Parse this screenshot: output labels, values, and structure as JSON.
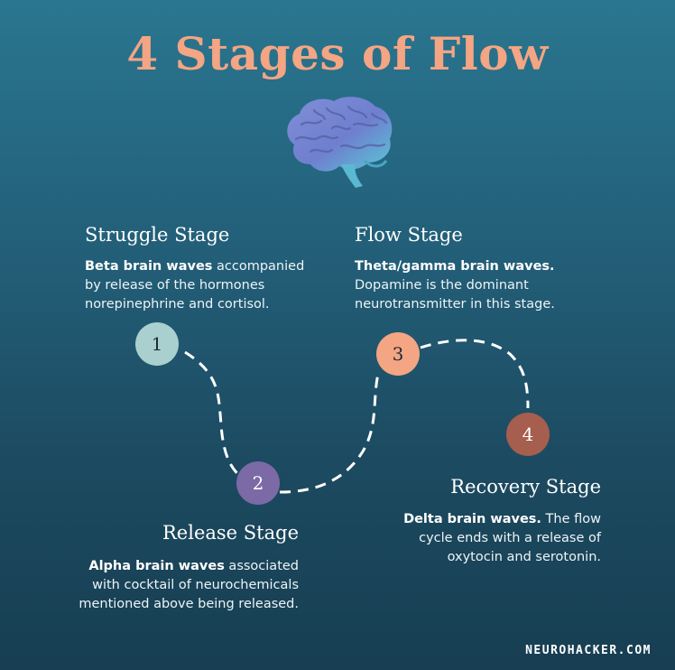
{
  "title": "4 Stages of Flow",
  "brain_icon": "brain-icon",
  "stages": [
    {
      "number": "1",
      "title": "Struggle Stage",
      "desc_bold": "Beta brain waves",
      "desc_rest_1": " accompanied",
      "desc_line2": "by release of the hormones",
      "desc_line3": "norepinephrine and cortisol.",
      "color": "#a9cfcf"
    },
    {
      "number": "2",
      "title": "Release Stage",
      "desc_bold": "Alpha brain waves",
      "desc_rest_1": " associated",
      "desc_line2": "with cocktail of neurochemicals",
      "desc_line3": "mentioned above being released.",
      "color": "#7b6aa6"
    },
    {
      "number": "3",
      "title": "Flow Stage",
      "desc_bold": "Theta/gamma brain waves.",
      "desc_rest_1": "",
      "desc_line2": "Dopamine is the dominant",
      "desc_line3": "neurotransmitter in this stage.",
      "color": "#f4a583"
    },
    {
      "number": "4",
      "title": "Recovery Stage",
      "desc_bold": "Delta brain waves.",
      "desc_rest_1": " The flow",
      "desc_line2": "cycle ends with a release of",
      "desc_line3": "oxytocin and serotonin.",
      "color": "#a65e4e"
    }
  ],
  "credit": "NEUROHACKER.COM"
}
